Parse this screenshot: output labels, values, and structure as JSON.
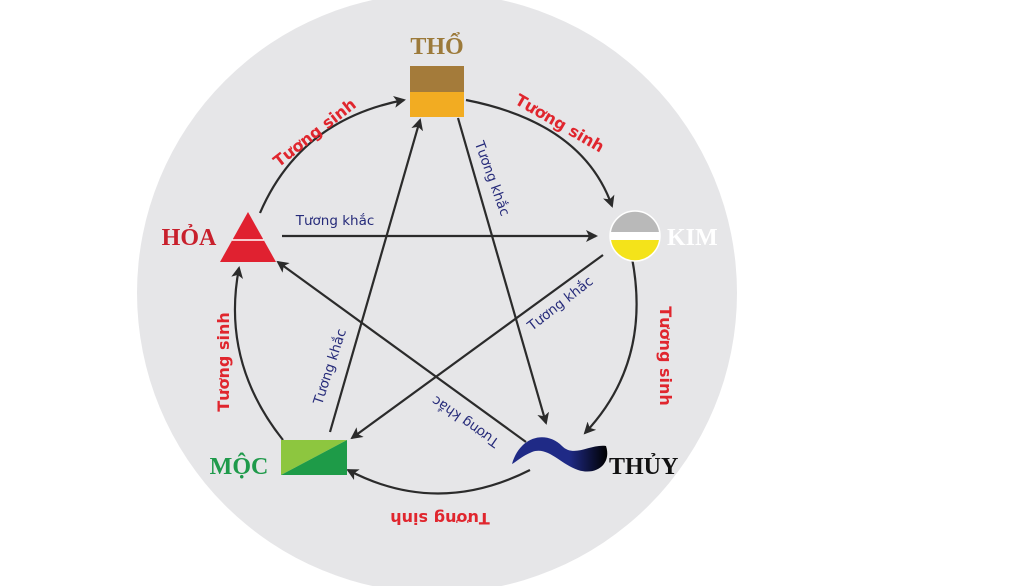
{
  "elements": {
    "tho": {
      "label": "THỔ",
      "color": "#9c7a3a"
    },
    "kim": {
      "label": "KIM",
      "color": "#ffffff"
    },
    "thuy": {
      "label": "THỦY",
      "color": "#111111"
    },
    "moc": {
      "label": "MỘC",
      "color": "#1f9a4b"
    },
    "hoa": {
      "label": "HỎA",
      "color": "#c8202c"
    }
  },
  "generating": {
    "label": "Tương sinh",
    "color": "#e0262e"
  },
  "controlling": {
    "label": "Tương khắc",
    "color": "#262b7a"
  },
  "colors": {
    "background_circle": "#e6e6e8",
    "arrow": "#2b2b2b",
    "tho_top": "#a47b3a",
    "tho_bottom": "#f2ac22",
    "kim_top": "#b9b9b9",
    "kim_bottom": "#f4e31a",
    "thuy_fill": "#1f2a86",
    "moc_light": "#8dc63f",
    "moc_dark": "#1e9b48",
    "hoa_fill": "#e02130"
  }
}
